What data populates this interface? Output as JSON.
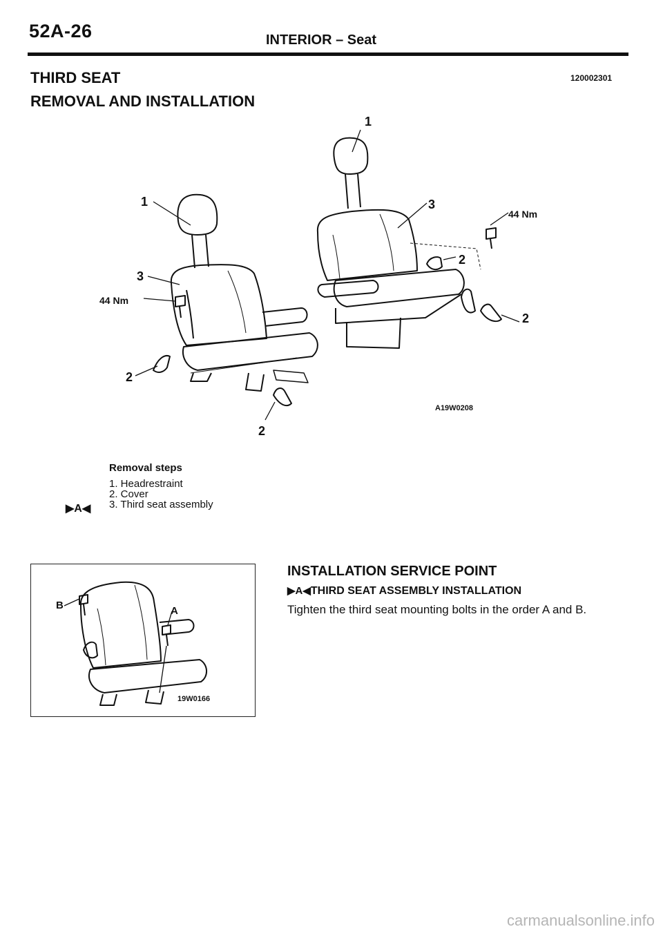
{
  "header": {
    "page_number": "52A-26",
    "section": "INTERIOR – Seat"
  },
  "section": {
    "title_line1": "THIRD SEAT",
    "title_line2": "REMOVAL AND INSTALLATION",
    "doc_code": "120002301"
  },
  "figure_main": {
    "callout_1": "1",
    "callout_3": "3",
    "callout_2": "2",
    "torque": "44 Nm",
    "figure_code": "A19W0208"
  },
  "removal": {
    "heading": "Removal steps",
    "steps": [
      "1. Headrestraint",
      "2. Cover",
      "3. Third seat assembly"
    ],
    "service_mark": "▶A◀"
  },
  "figure_small": {
    "label_a": "A",
    "label_b": "B",
    "figure_code": "19W0166"
  },
  "installation": {
    "title": "INSTALLATION SERVICE POINT",
    "mark": "▶A◀",
    "subtitle": "THIRD SEAT ASSEMBLY INSTALLATION",
    "body": "Tighten the third seat mounting bolts in the order A and B."
  },
  "watermark": "carmanualsonline.info"
}
